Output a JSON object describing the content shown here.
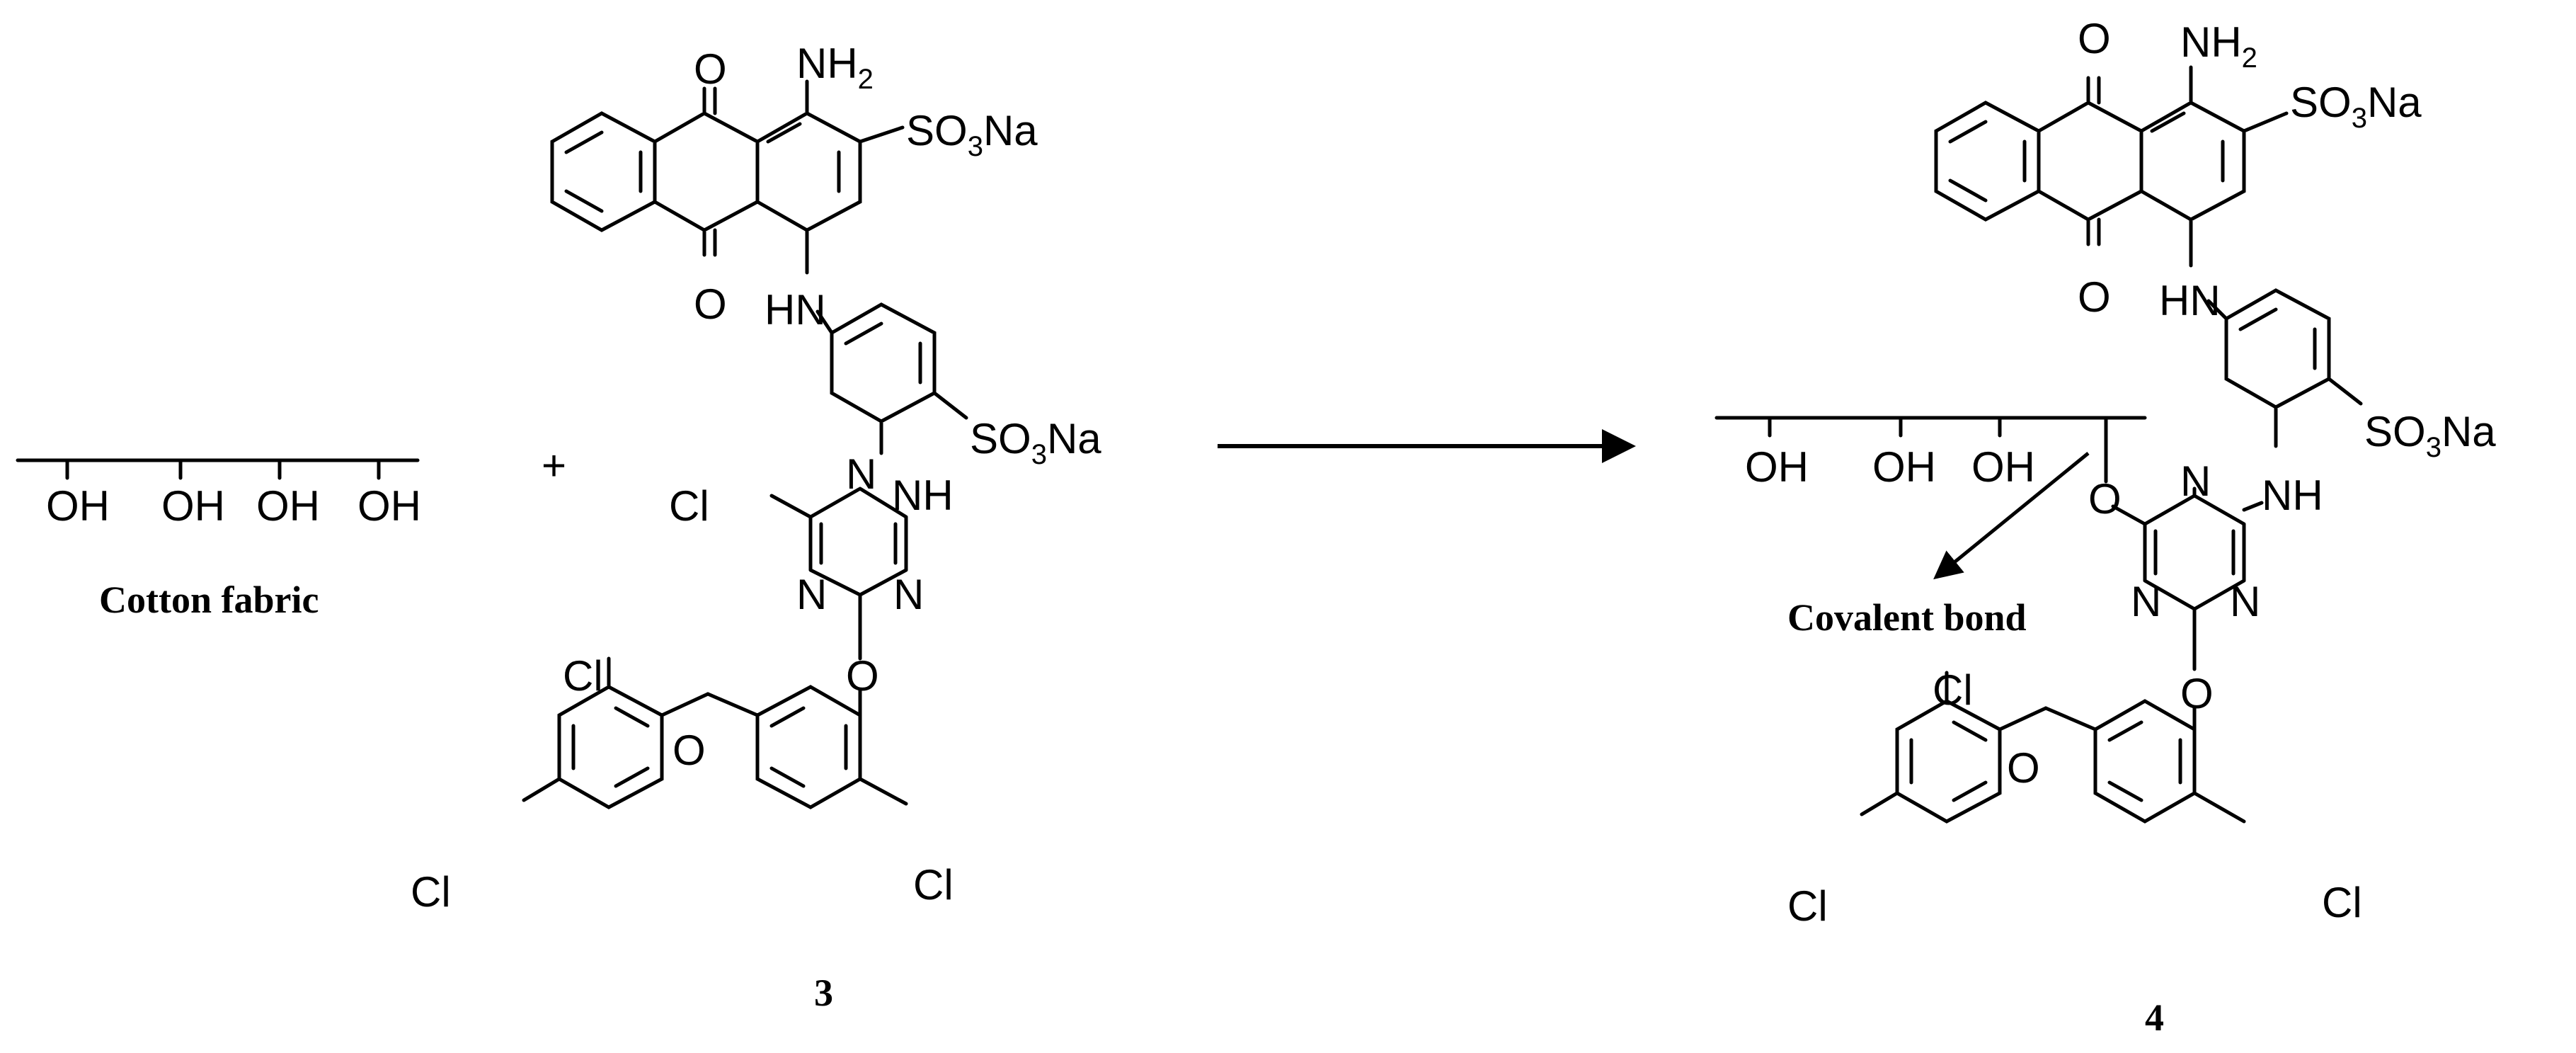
{
  "reactant_fabric": {
    "groups": [
      "OH",
      "OH",
      "OH",
      "OH"
    ],
    "caption": "Cotton fabric"
  },
  "plus_sign": "+",
  "compound_3": {
    "label": "3",
    "atoms": {
      "carbonyl_top": "O",
      "carbonyl_bottom": "O",
      "amine_nh2": {
        "base": "NH",
        "subscript": "2"
      },
      "sulfonate_top": {
        "pre": "SO",
        "subscript": "3",
        "post": "Na"
      },
      "imine_hn": "HN",
      "sulfonate_mid": {
        "pre": "SO",
        "subscript": "3",
        "post": "Na"
      },
      "imine_nh": "NH",
      "chloro_triazine": "Cl",
      "triazine_n_top": "N",
      "triazine_n_left": "N",
      "triazine_n_right": "N",
      "ether_o_triazine": "O",
      "ether_o_bridge": "O",
      "chloro_upper": "Cl",
      "chloro_left": "Cl",
      "chloro_right": "Cl"
    }
  },
  "compound_4": {
    "label": "4",
    "fabric_groups": [
      "OH",
      "OH",
      "OH"
    ],
    "bond_annotation": "Covalent bond",
    "atoms": {
      "carbonyl_top": "O",
      "carbonyl_bottom": "O",
      "amine_nh2": {
        "base": "NH",
        "subscript": "2"
      },
      "sulfonate_top": {
        "pre": "SO",
        "subscript": "3",
        "post": "Na"
      },
      "imine_hn": "HN",
      "sulfonate_mid": {
        "pre": "SO",
        "subscript": "3",
        "post": "Na"
      },
      "imine_nh": "NH",
      "ether_o_fabric": "O",
      "triazine_n_top": "N",
      "triazine_n_left": "N",
      "triazine_n_right": "N",
      "ether_o_triazine": "O",
      "ether_o_bridge": "O",
      "chloro_upper": "Cl",
      "chloro_left": "Cl",
      "chloro_right": "Cl"
    }
  }
}
